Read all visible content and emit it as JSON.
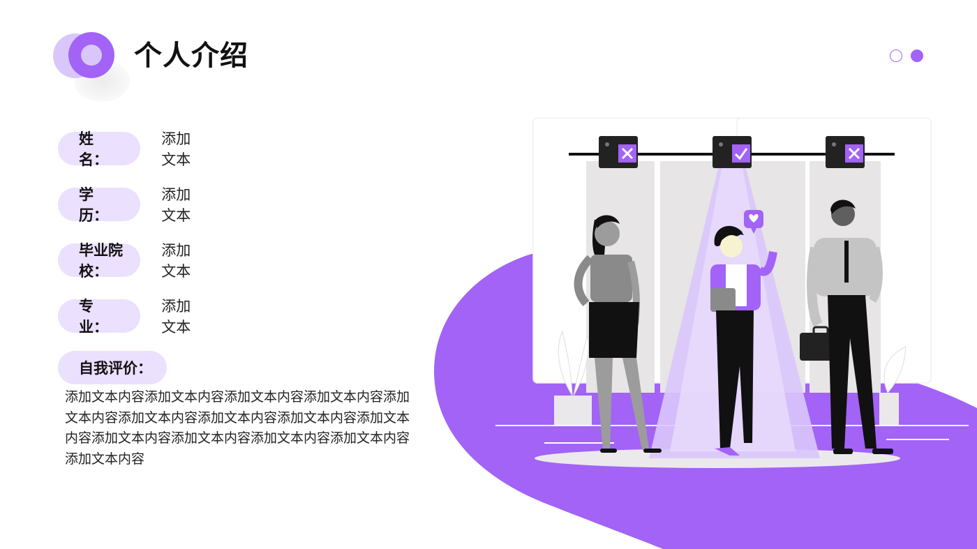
{
  "header": {
    "title": "个人介绍"
  },
  "fields": [
    {
      "label": "姓　　名：",
      "value": "添加文本"
    },
    {
      "label": "学　　历：",
      "value": "添加文本"
    },
    {
      "label": "毕业院校：",
      "value": "添加文本"
    },
    {
      "label": "专　　业：",
      "value": "添加文本"
    }
  ],
  "self_eval": {
    "label": "自我评价：",
    "text": "添加文本内容添加文本内容添加文本内容添加文本内容添加文本内容添加文本内容添加文本内容添加文本内容添加文本内容添加文本内容添加文本内容添加文本内容添加文本内容添加文本内容"
  },
  "colors": {
    "accent": "#a263f6",
    "accent_light": "#ebe0fd",
    "gray": "#bdbdbd"
  },
  "icons": {
    "logo": "concentric-circles-logo",
    "camera_left": "x-mark-icon",
    "camera_center": "check-mark-icon",
    "camera_right": "x-mark-icon",
    "speech": "heart-icon"
  }
}
